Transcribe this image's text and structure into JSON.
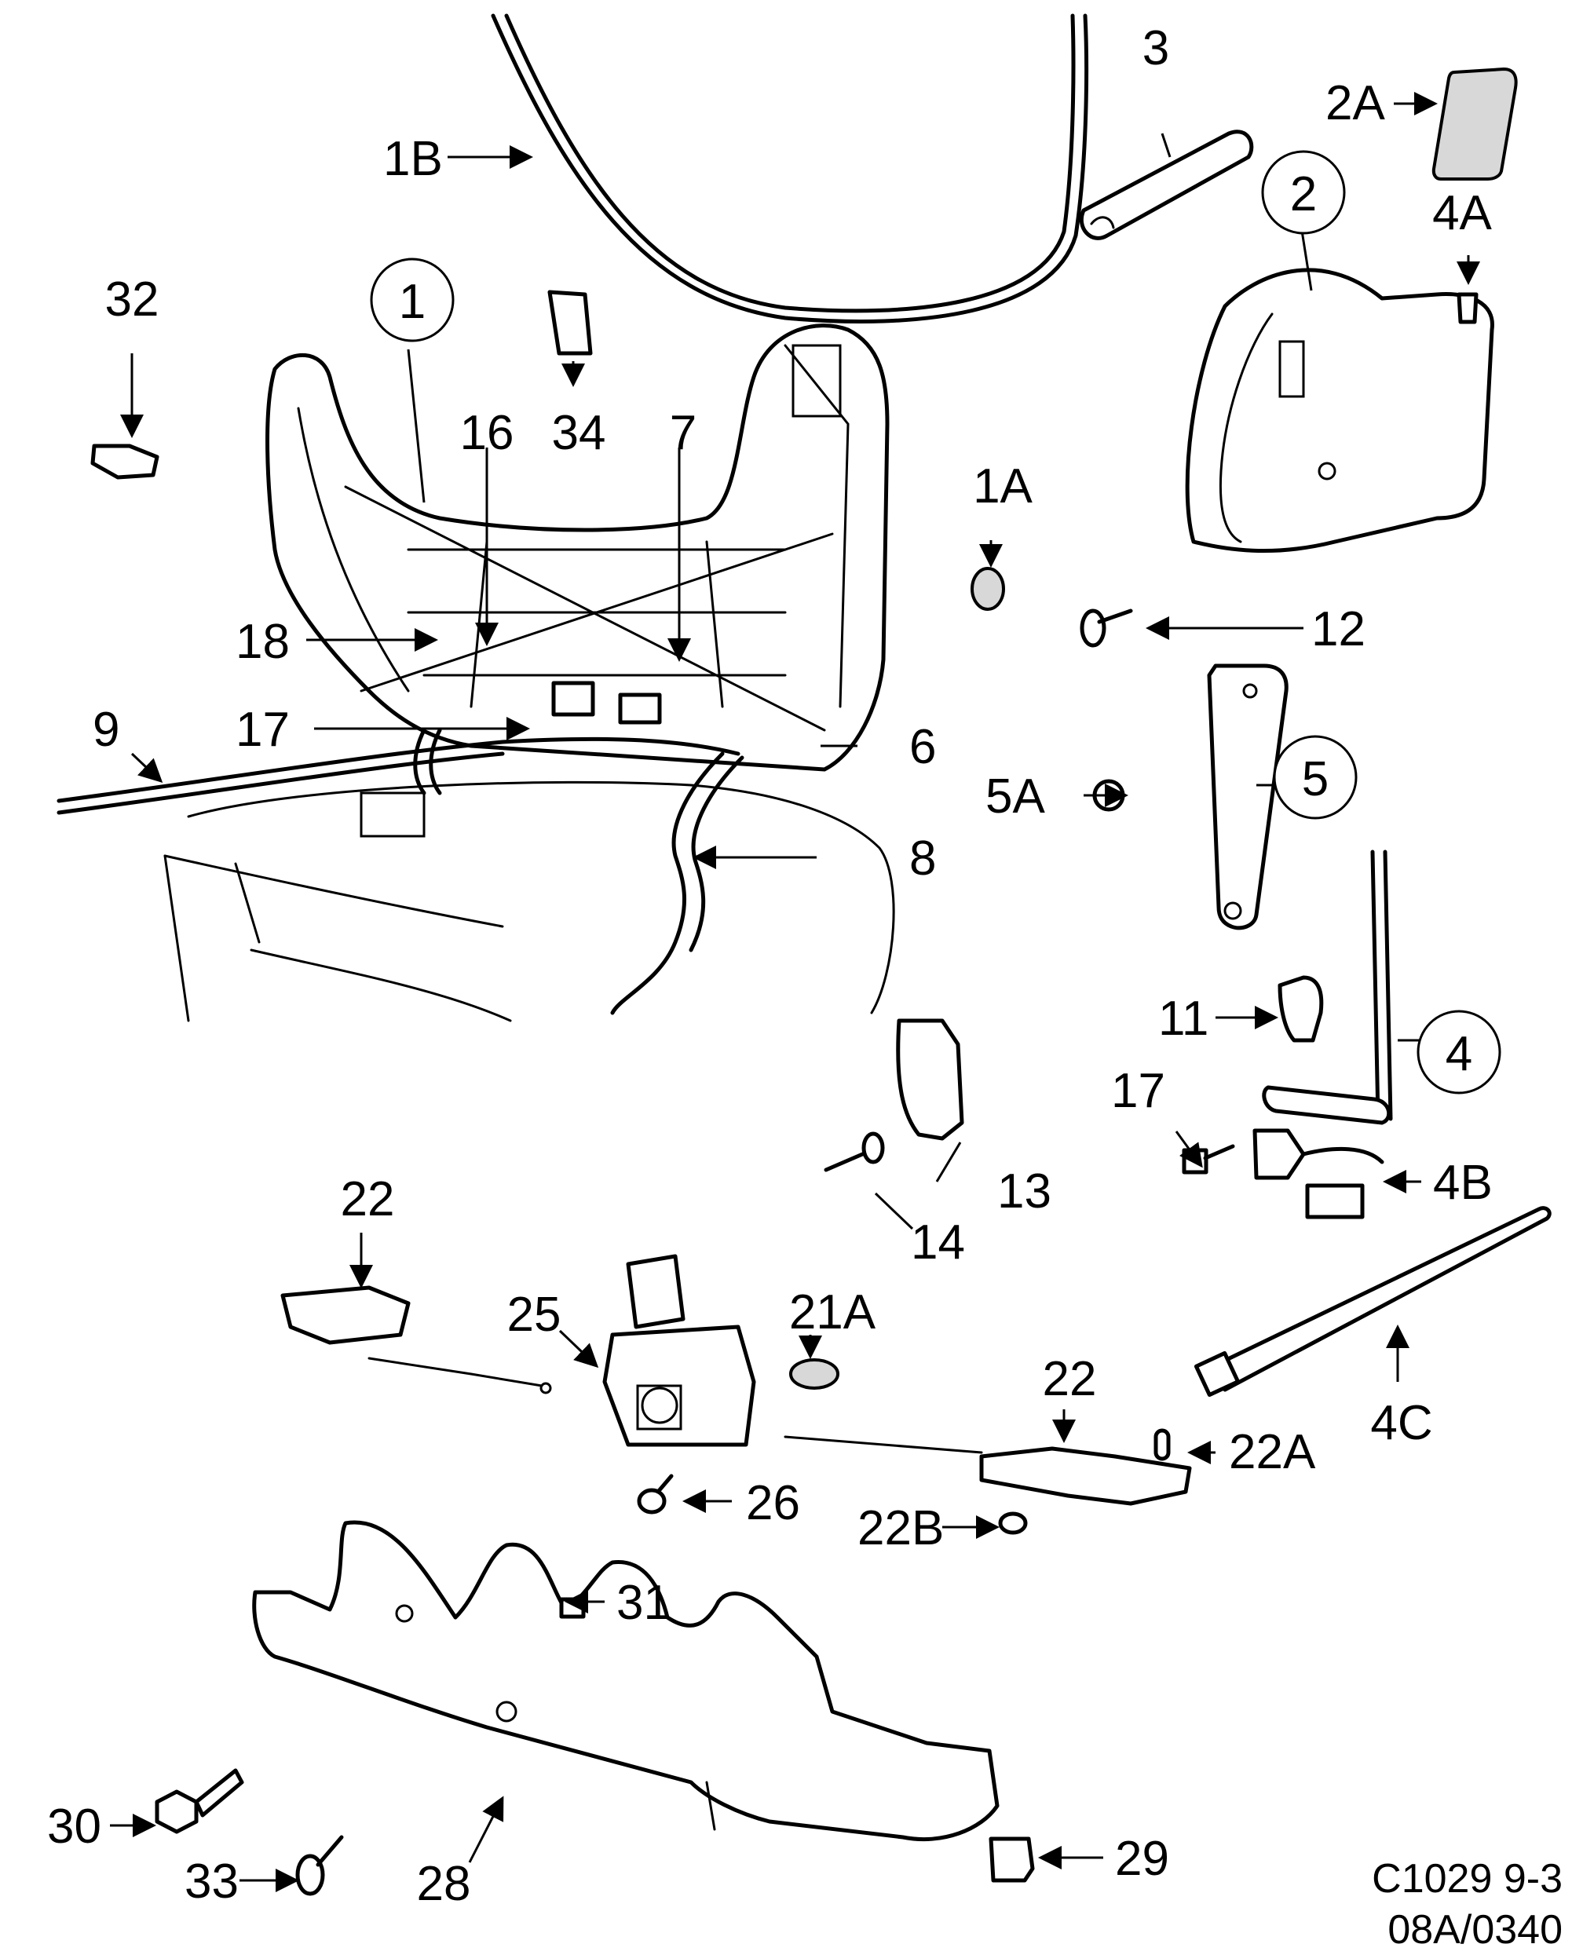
{
  "callouts": {
    "c1": "1",
    "c1A": "1A",
    "c1B": "1B",
    "c2": "2",
    "c2A": "2A",
    "c3": "3",
    "c4": "4",
    "c4A": "4A",
    "c4B": "4B",
    "c4C": "4C",
    "c5": "5",
    "c5A": "5A",
    "c6": "6",
    "c7": "7",
    "c8": "8",
    "c9": "9",
    "c11": "11",
    "c12": "12",
    "c13": "13",
    "c14": "14",
    "c16": "16",
    "c17a": "17",
    "c17b": "17",
    "c18": "18",
    "c21A": "21A",
    "c22a": "22",
    "c22b": "22",
    "c22A": "22A",
    "c22B": "22B",
    "c25": "25",
    "c26": "26",
    "c28": "28",
    "c29": "29",
    "c30": "30",
    "c31": "31",
    "c32": "32",
    "c33": "33",
    "c34": "34"
  },
  "reference": {
    "line1": "C1029 9-3",
    "line2": "08A/0340"
  }
}
